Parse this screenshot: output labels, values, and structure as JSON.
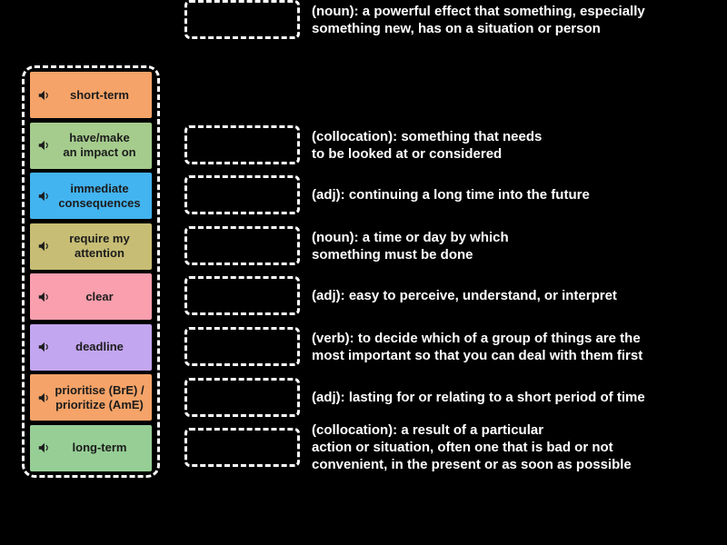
{
  "activity": {
    "type": "match-up",
    "background_color": "#000000",
    "border_color": "#ffffff",
    "text_color": "#ffffff",
    "tile_text_color": "#1c1c1c"
  },
  "icons": {
    "speaker": "speaker-low-icon"
  },
  "tiles": [
    {
      "label": "short-term",
      "color": "#f5a368"
    },
    {
      "label": "have/make\nan impact on",
      "color": "#a5cc8d"
    },
    {
      "label": "immediate\nconsequences",
      "color": "#42b4f0"
    },
    {
      "label": "require my\nattention",
      "color": "#c7bd74"
    },
    {
      "label": "clear",
      "color": "#f99fad"
    },
    {
      "label": "deadline",
      "color": "#c3a6f0"
    },
    {
      "label": "prioritise (BrE) /\nprioritize (AmE)",
      "color": "#f5a368"
    },
    {
      "label": "long-term",
      "color": "#96ce96"
    }
  ],
  "definitions": [
    {
      "text": "(collocation): something that needs\nto be looked at or considered"
    },
    {
      "text": "(adj): continuing a long time into the future"
    },
    {
      "text": "(noun): a time or day by which\nsomething must be done"
    },
    {
      "text": "(adj): easy to perceive, understand, or interpret"
    },
    {
      "text": "(verb): to decide which of a group of things are the\nmost important so that you can deal with them first"
    },
    {
      "text": "(adj): lasting for or relating to a short period of time"
    },
    {
      "text": "(collocation): a result of a particular\naction or situation, often one that is bad or not\nconvenient, in the present or as soon as possible"
    },
    {
      "text": "(noun): a powerful effect that something, especially\nsomething new, has on a situation or person"
    }
  ]
}
